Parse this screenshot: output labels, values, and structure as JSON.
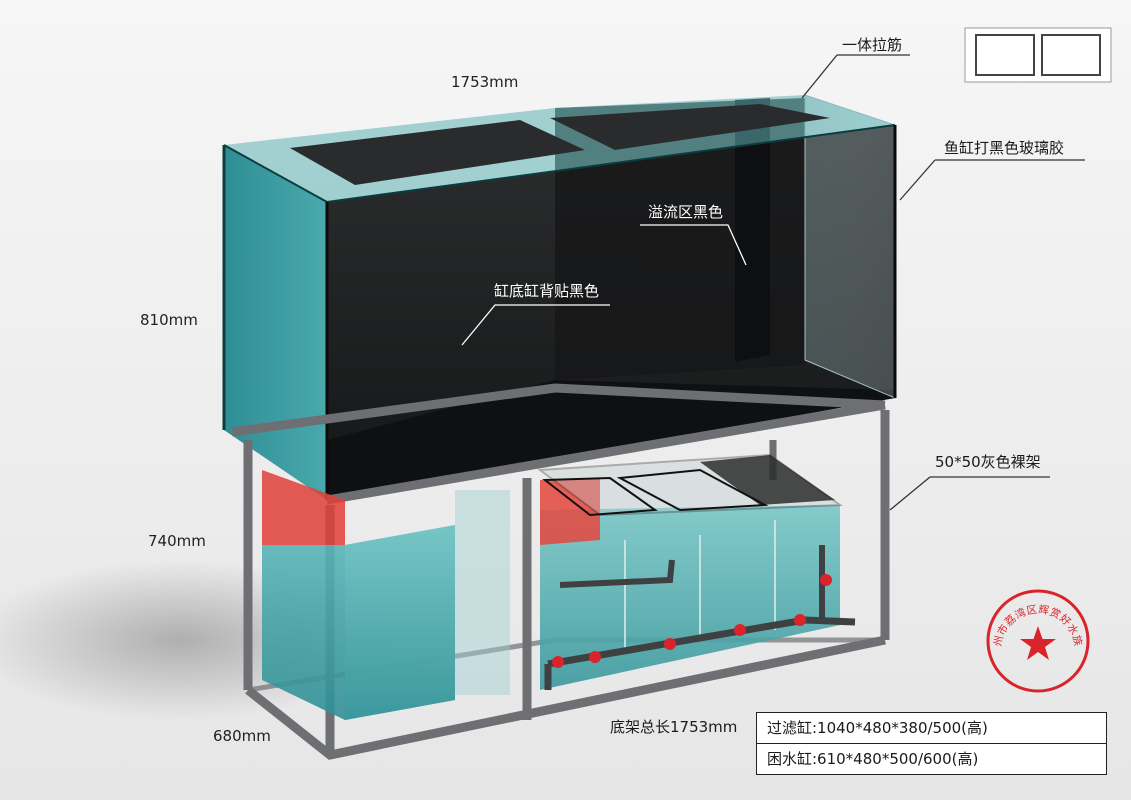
{
  "dimensions": {
    "length": "1753mm",
    "tank_height": "810mm",
    "stand_height": "740mm",
    "depth": "680mm"
  },
  "callouts": {
    "brace": "一体拉筋",
    "silicone": "鱼缸打黑色玻璃胶",
    "overflow": "溢流区黑色",
    "bottom_back": "缸底缸背贴黑色",
    "frame": "50*50灰色裸架"
  },
  "specs": {
    "frame_total": "底架总长1753mm",
    "rows": [
      "过滤缸:1040*480*380/500(高)",
      "困水缸:610*480*500/600(高)"
    ]
  },
  "stamp": {
    "text": "广州市荔湾区辉赏好水族店",
    "color": "#d9242b"
  },
  "colors": {
    "water": "#3d9ea3",
    "glass_black": "#1b1c1d",
    "frame": "#6d6f72",
    "background": "#f2f2f2"
  }
}
